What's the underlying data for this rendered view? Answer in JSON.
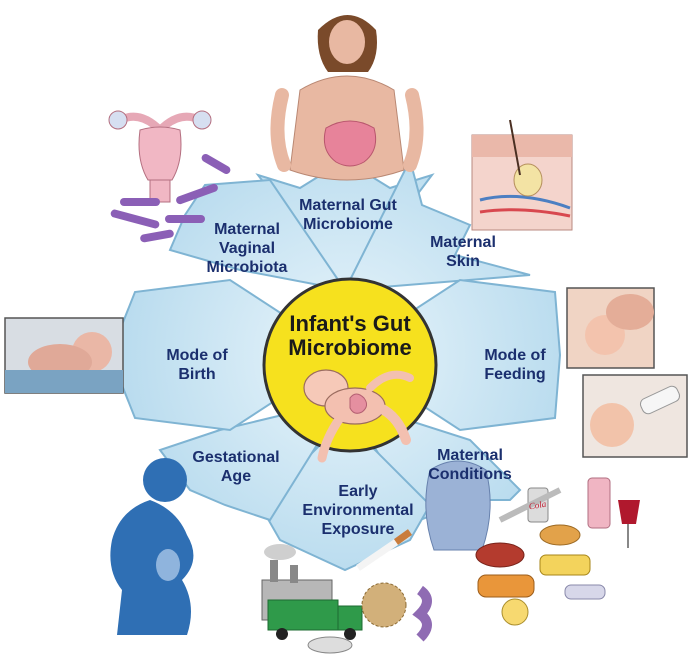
{
  "center": {
    "title": "Infant's Gut\nMicrobiome"
  },
  "factors": [
    {
      "id": "maternal-gut",
      "label": "Maternal Gut\nMicrobiome"
    },
    {
      "id": "maternal-skin",
      "label": "Maternal\nSkin"
    },
    {
      "id": "mode-of-feeding",
      "label": "Mode of\nFeeding"
    },
    {
      "id": "maternal-conditions",
      "label": "Maternal\nConditions"
    },
    {
      "id": "early-environmental-exposure",
      "label": "Early\nEnvironmental\nExposure"
    },
    {
      "id": "gestational-age",
      "label": "Gestational\nAge"
    },
    {
      "id": "mode-of-birth",
      "label": "Mode of\nBirth"
    },
    {
      "id": "maternal-vaginal-microbiota",
      "label": "Maternal\nVaginal\nMicrobiota"
    }
  ],
  "food_labels": {
    "cola": "Cola"
  },
  "colors": {
    "arrow_fill": "#bfe1f1",
    "arrow_stroke": "#7fb4d3",
    "center_fill": "#f6e11e",
    "center_stroke": "#333333",
    "label_text": "#1b2f6e",
    "silhouette": "#2f6fb4"
  }
}
